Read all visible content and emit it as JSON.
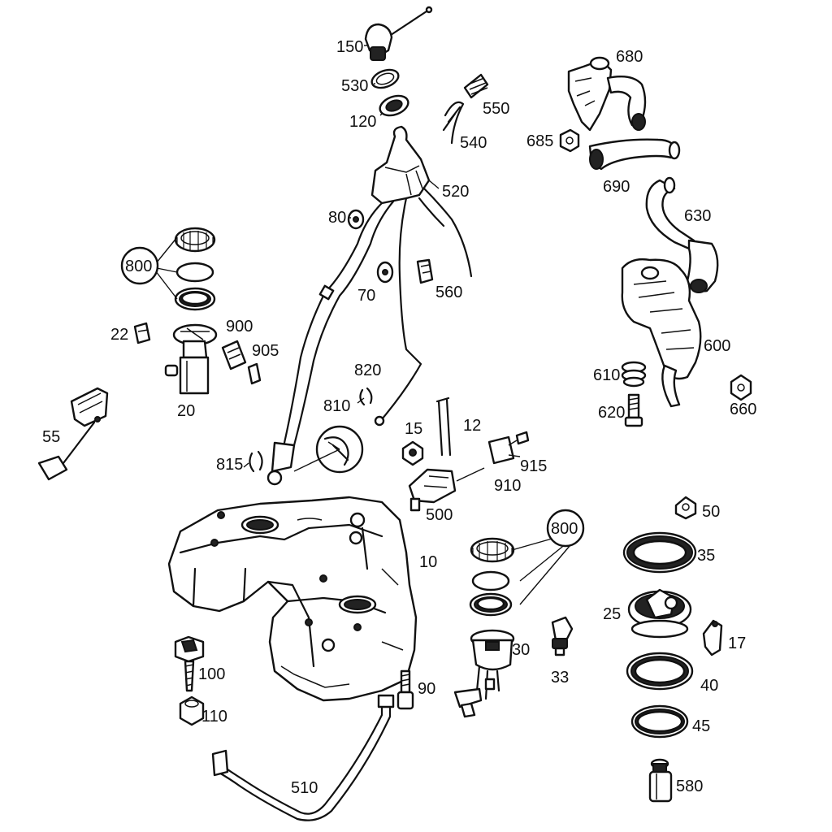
{
  "labels": {
    "p150": "150",
    "p530": "530",
    "p120": "120",
    "p550": "550",
    "p540": "540",
    "p520": "520",
    "p80": "80",
    "p70": "70",
    "p560": "560",
    "p680": "680",
    "p685": "685",
    "p690": "690",
    "p630": "630",
    "p600": "600",
    "p610": "610",
    "p620": "620",
    "p660": "660",
    "p800a": "800",
    "p22": "22",
    "p900": "900",
    "p905": "905",
    "p20": "20",
    "p55": "55",
    "p820": "820",
    "p810": "810",
    "p815": "815",
    "p15": "15",
    "p12": "12",
    "p915": "915",
    "p910": "910",
    "p500": "500",
    "p10": "10",
    "p800b": "800",
    "p30": "30",
    "p33": "33",
    "p50": "50",
    "p35": "35",
    "p25": "25",
    "p17": "17",
    "p40": "40",
    "p45": "45",
    "p580": "580",
    "p100": "100",
    "p110": "110",
    "p90": "90",
    "p510": "510"
  }
}
